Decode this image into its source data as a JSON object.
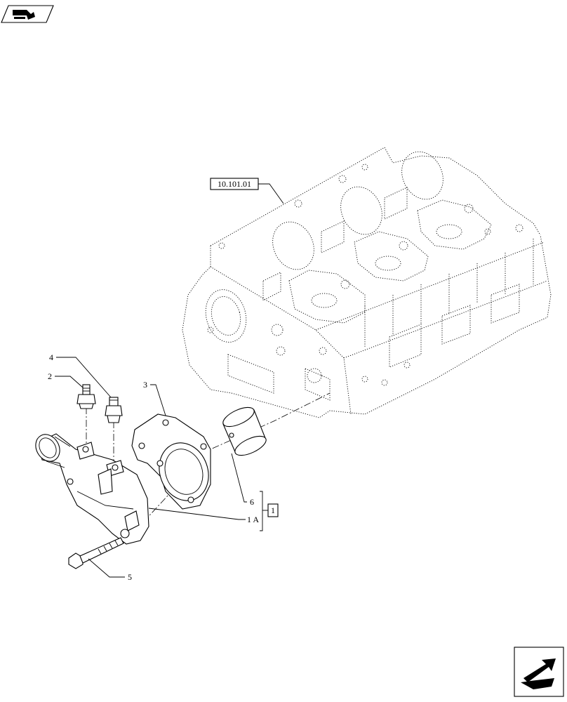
{
  "reference_box": "10.101.01",
  "group_box": "1",
  "callouts": {
    "c4": "4",
    "c2": "2",
    "c3": "3",
    "c6": "6",
    "c1a": "1 A",
    "c5": "5"
  },
  "icons": {
    "top_left": "book-pointer-icon",
    "bottom_right": "next-page-arrow-icon"
  }
}
